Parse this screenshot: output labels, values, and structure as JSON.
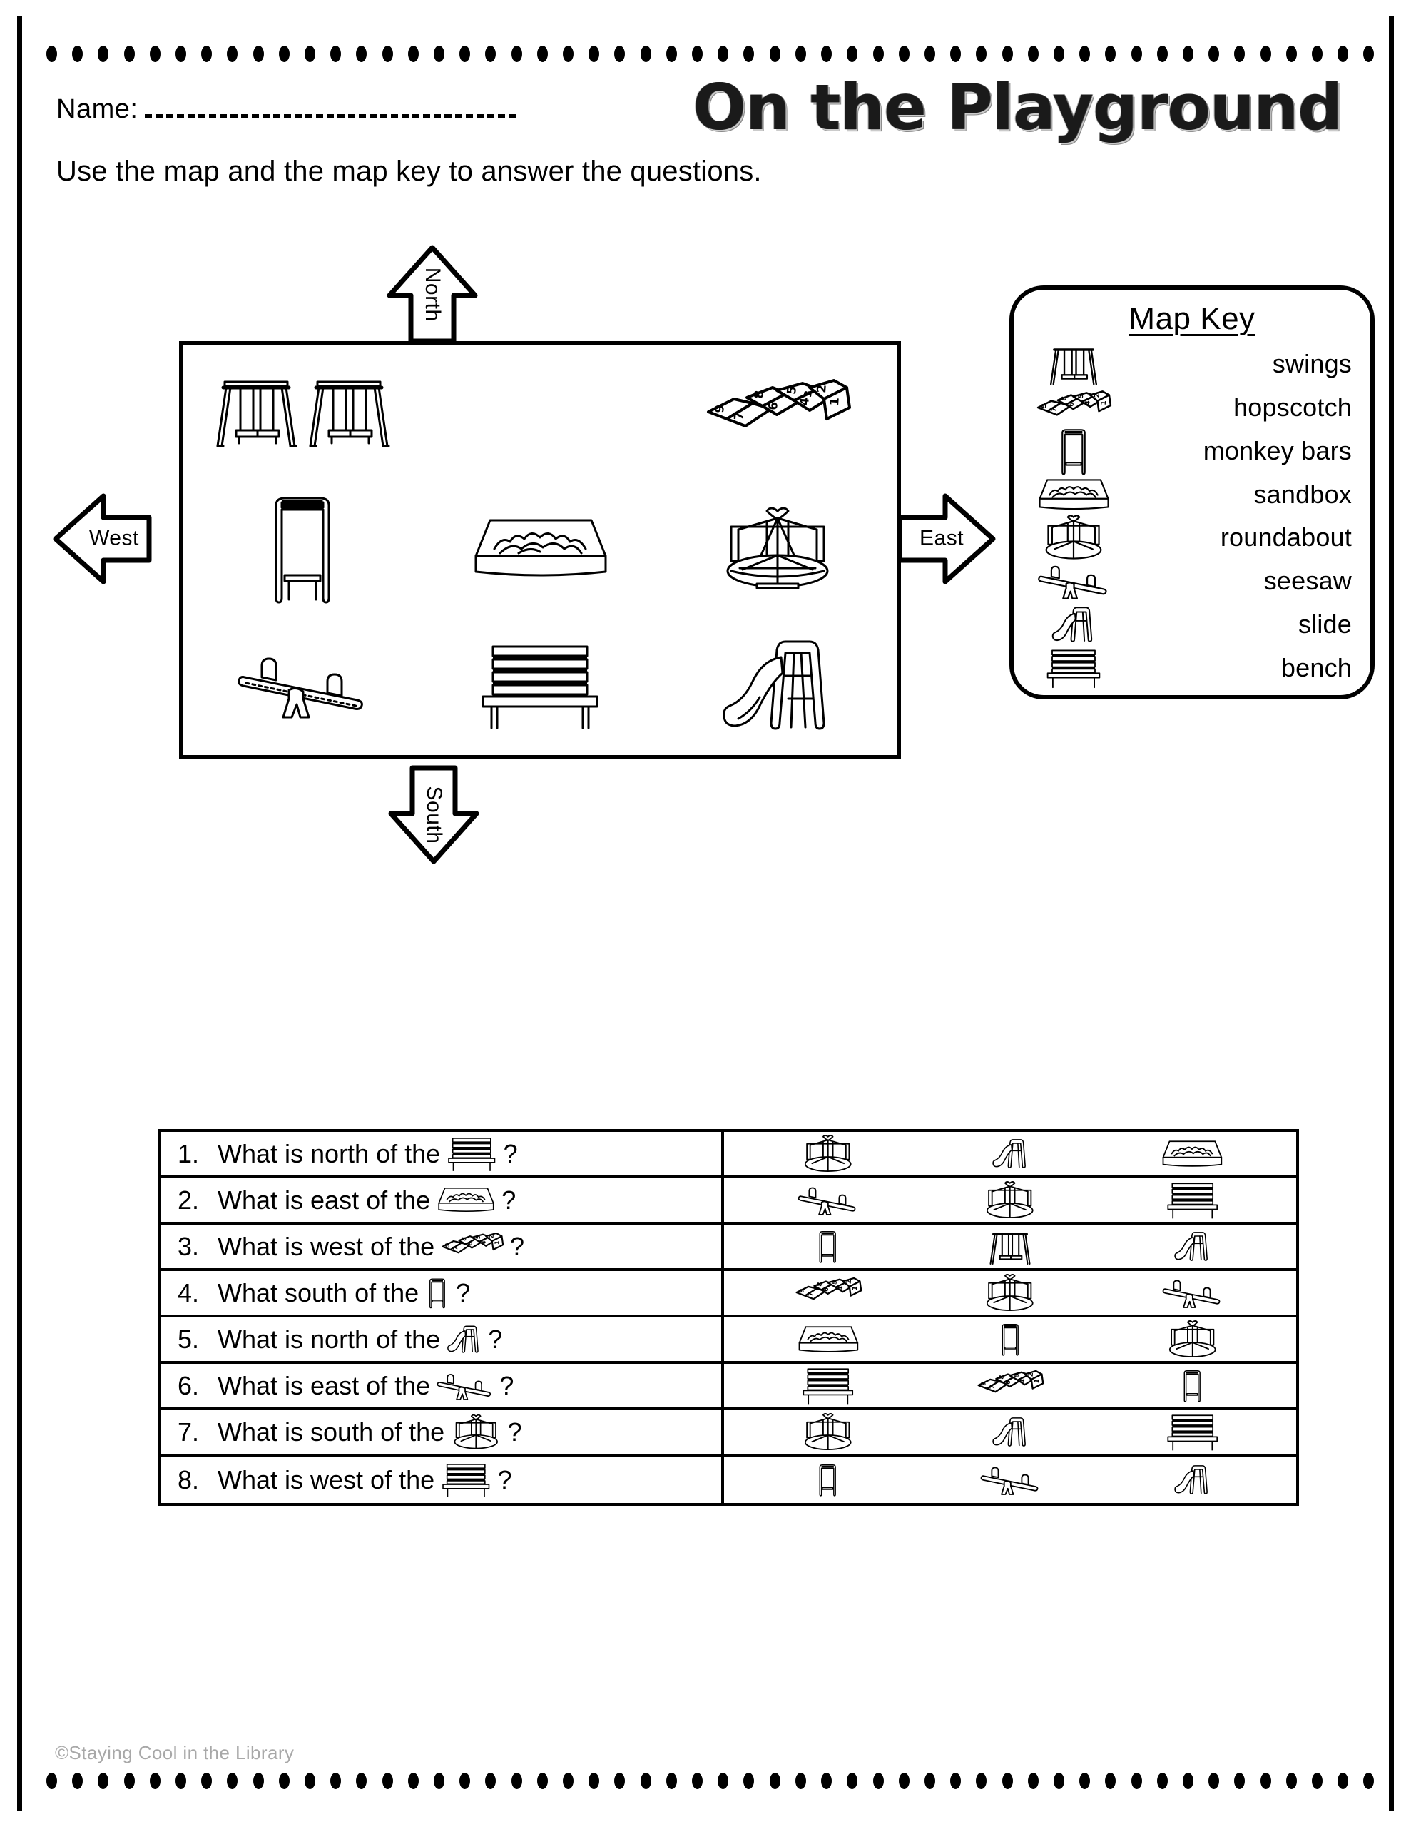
{
  "page": {
    "name_label": "Name:",
    "name_value": "",
    "title": "On the Playground",
    "instruction": "Use the map and the map key to answer the questions.",
    "credit": "©Staying Cool in the Library"
  },
  "compass": {
    "north": "North",
    "south": "South",
    "east": "East",
    "west": "West"
  },
  "map_key": {
    "title": "Map Key",
    "items": [
      {
        "icon": "swings-icon",
        "label": "swings"
      },
      {
        "icon": "hopscotch-icon",
        "label": "hopscotch"
      },
      {
        "icon": "monkey-bars-icon",
        "label": "monkey bars"
      },
      {
        "icon": "sandbox-icon",
        "label": "sandbox"
      },
      {
        "icon": "roundabout-icon",
        "label": "roundabout"
      },
      {
        "icon": "seesaw-icon",
        "label": "seesaw"
      },
      {
        "icon": "slide-icon",
        "label": "slide"
      },
      {
        "icon": "bench-icon",
        "label": "bench"
      }
    ]
  },
  "map": {
    "cells": [
      {
        "position": "northwest",
        "icons": [
          "swings",
          "swings"
        ]
      },
      {
        "position": "north",
        "icons": []
      },
      {
        "position": "northeast",
        "icons": [
          "hopscotch"
        ]
      },
      {
        "position": "west",
        "icons": [
          "monkey-bars"
        ]
      },
      {
        "position": "center",
        "icons": [
          "sandbox"
        ]
      },
      {
        "position": "east",
        "icons": [
          "roundabout"
        ]
      },
      {
        "position": "southwest",
        "icons": [
          "seesaw"
        ]
      },
      {
        "position": "south",
        "icons": [
          "bench"
        ]
      },
      {
        "position": "southeast",
        "icons": [
          "slide"
        ]
      }
    ]
  },
  "questions": [
    {
      "number": "1.",
      "text": "What is north of the",
      "icon": "bench",
      "mark": "?",
      "choices": [
        "roundabout",
        "slide",
        "sandbox"
      ]
    },
    {
      "number": "2.",
      "text": "What is east of the",
      "icon": "sandbox",
      "mark": "?",
      "choices": [
        "seesaw",
        "roundabout",
        "bench"
      ]
    },
    {
      "number": "3.",
      "text": "What is west of the",
      "icon": "hopscotch",
      "mark": "?",
      "choices": [
        "monkey-bars",
        "swings",
        "slide"
      ]
    },
    {
      "number": "4.",
      "text": "What south of the",
      "icon": "monkey-bars",
      "mark": "?",
      "choices": [
        "hopscotch",
        "roundabout",
        "seesaw"
      ]
    },
    {
      "number": "5.",
      "text": "What is north of the",
      "icon": "slide",
      "mark": "?",
      "choices": [
        "sandbox",
        "monkey-bars",
        "roundabout"
      ]
    },
    {
      "number": "6.",
      "text": "What is east of the",
      "icon": "seesaw",
      "mark": "?",
      "choices": [
        "bench",
        "hopscotch",
        "monkey-bars"
      ]
    },
    {
      "number": "7.",
      "text": "What is south of the",
      "icon": "roundabout",
      "mark": "?",
      "choices": [
        "roundabout",
        "slide",
        "bench"
      ]
    },
    {
      "number": "8.",
      "text": "What is west of the",
      "icon": "bench",
      "mark": "?",
      "choices": [
        "monkey-bars",
        "seesaw",
        "slide"
      ]
    }
  ],
  "colors": {
    "ink": "#000000",
    "paper": "#ffffff",
    "credit_gray": "#a8a8a8"
  },
  "dots": {
    "top_count": 52,
    "bottom_count": 52
  }
}
